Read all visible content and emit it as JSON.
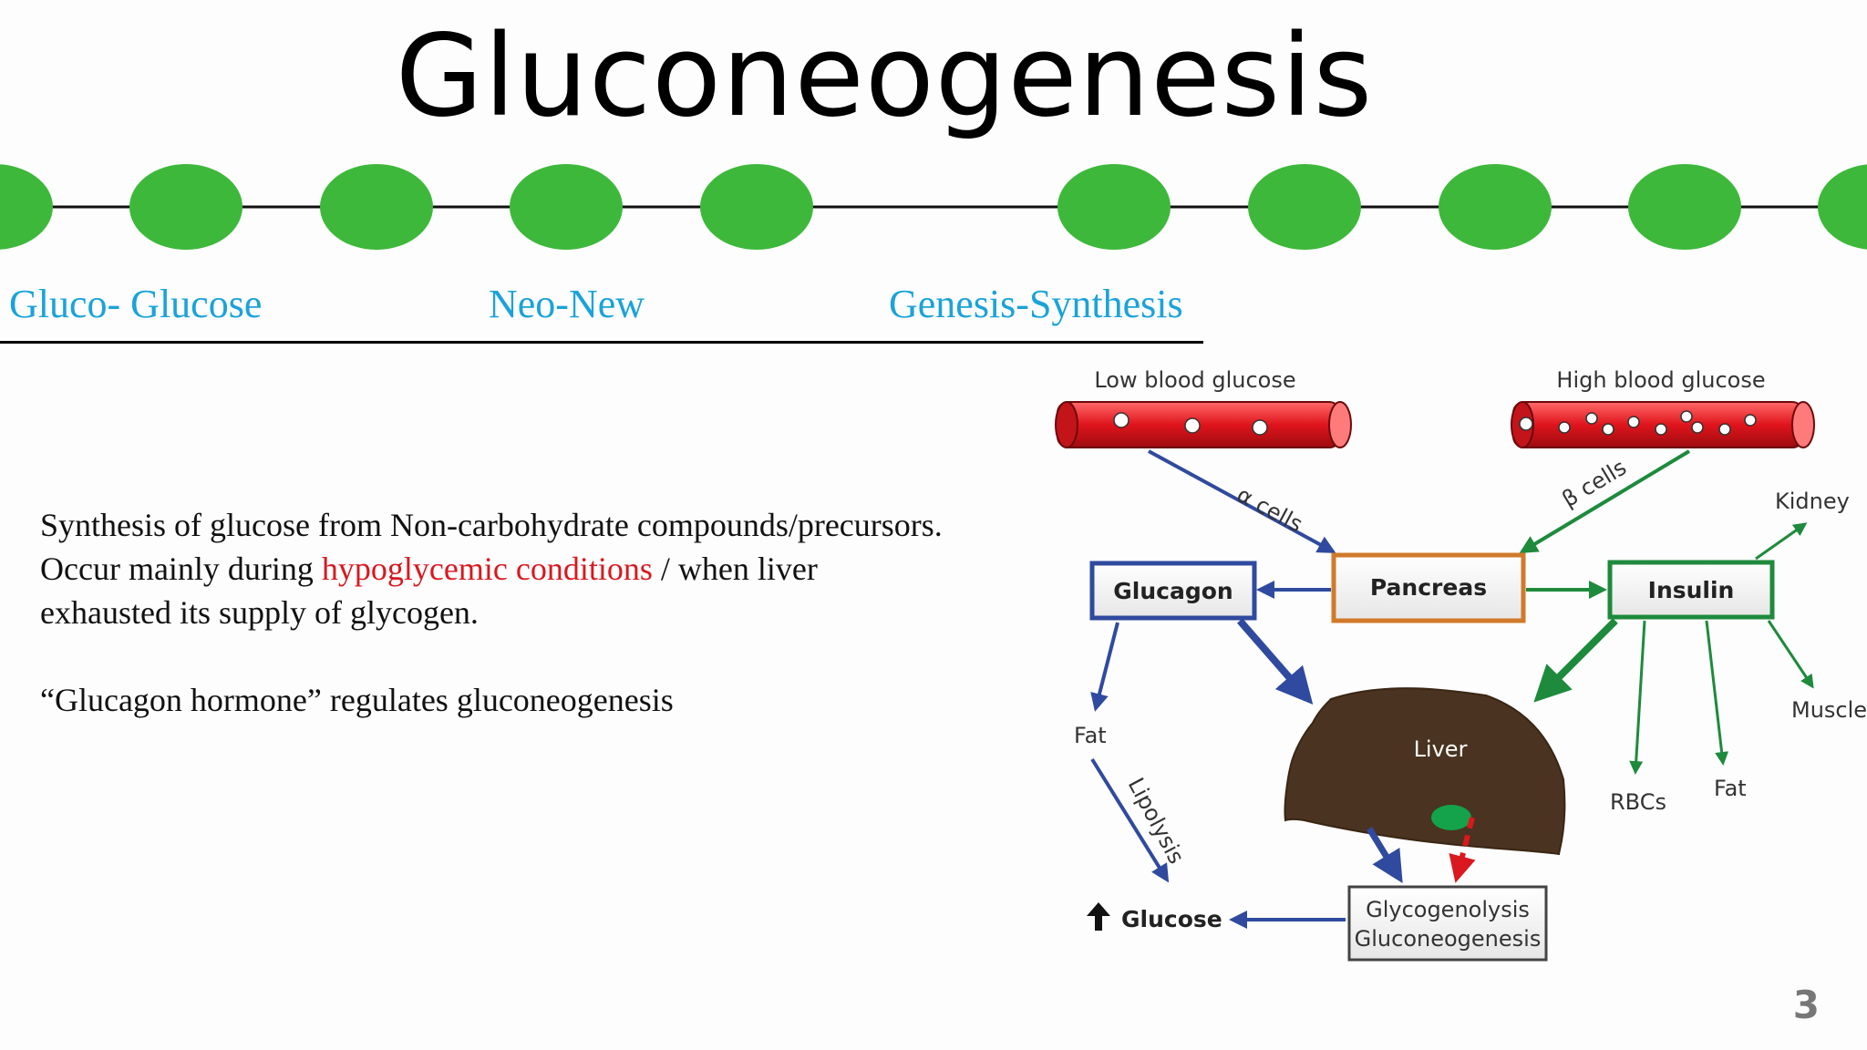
{
  "title": "Gluconeogenesis",
  "prefixes": [
    {
      "text": "Gluco- Glucose"
    },
    {
      "text": "Neo-New"
    },
    {
      "text": "Genesis-Synthesis"
    }
  ],
  "body": {
    "line1": "Synthesis of glucose from Non-carbohydrate compounds/precursors.",
    "line2_before": "Occur mainly during ",
    "line2_highlight": "hypoglycemic conditions",
    "line2_after": " / when liver",
    "line3": "exhausted its supply of glycogen.",
    "line4": "“Glucagon hormone” regulates gluconeogenesis"
  },
  "diagram": {
    "low_blood_glucose": "Low blood glucose",
    "high_blood_glucose": "High blood glucose",
    "alpha_cells": "α cells",
    "beta_cells": "β cells",
    "glucagon": "Glucagon",
    "pancreas": "Pancreas",
    "insulin": "Insulin",
    "kidney": "Kidney",
    "muscle": "Muscle",
    "fat_left": "Fat",
    "fat_right": "Fat",
    "rbcs": "RBCs",
    "liver": "Liver",
    "lipolysis": "Lipolysis",
    "glucose": "Glucose",
    "glycogenolysis": "Glycogenolysis",
    "gluconeogenesis": "Gluconeogenesis"
  },
  "colors": {
    "accent_blue": "#1aa3d9",
    "highlight_red": "#d9181f",
    "dot_green": "#3db83a",
    "arrow_blue": "#2f4a9e",
    "arrow_green": "#1e8a3c",
    "liver_brown": "#4a3320"
  },
  "page_number": "3"
}
